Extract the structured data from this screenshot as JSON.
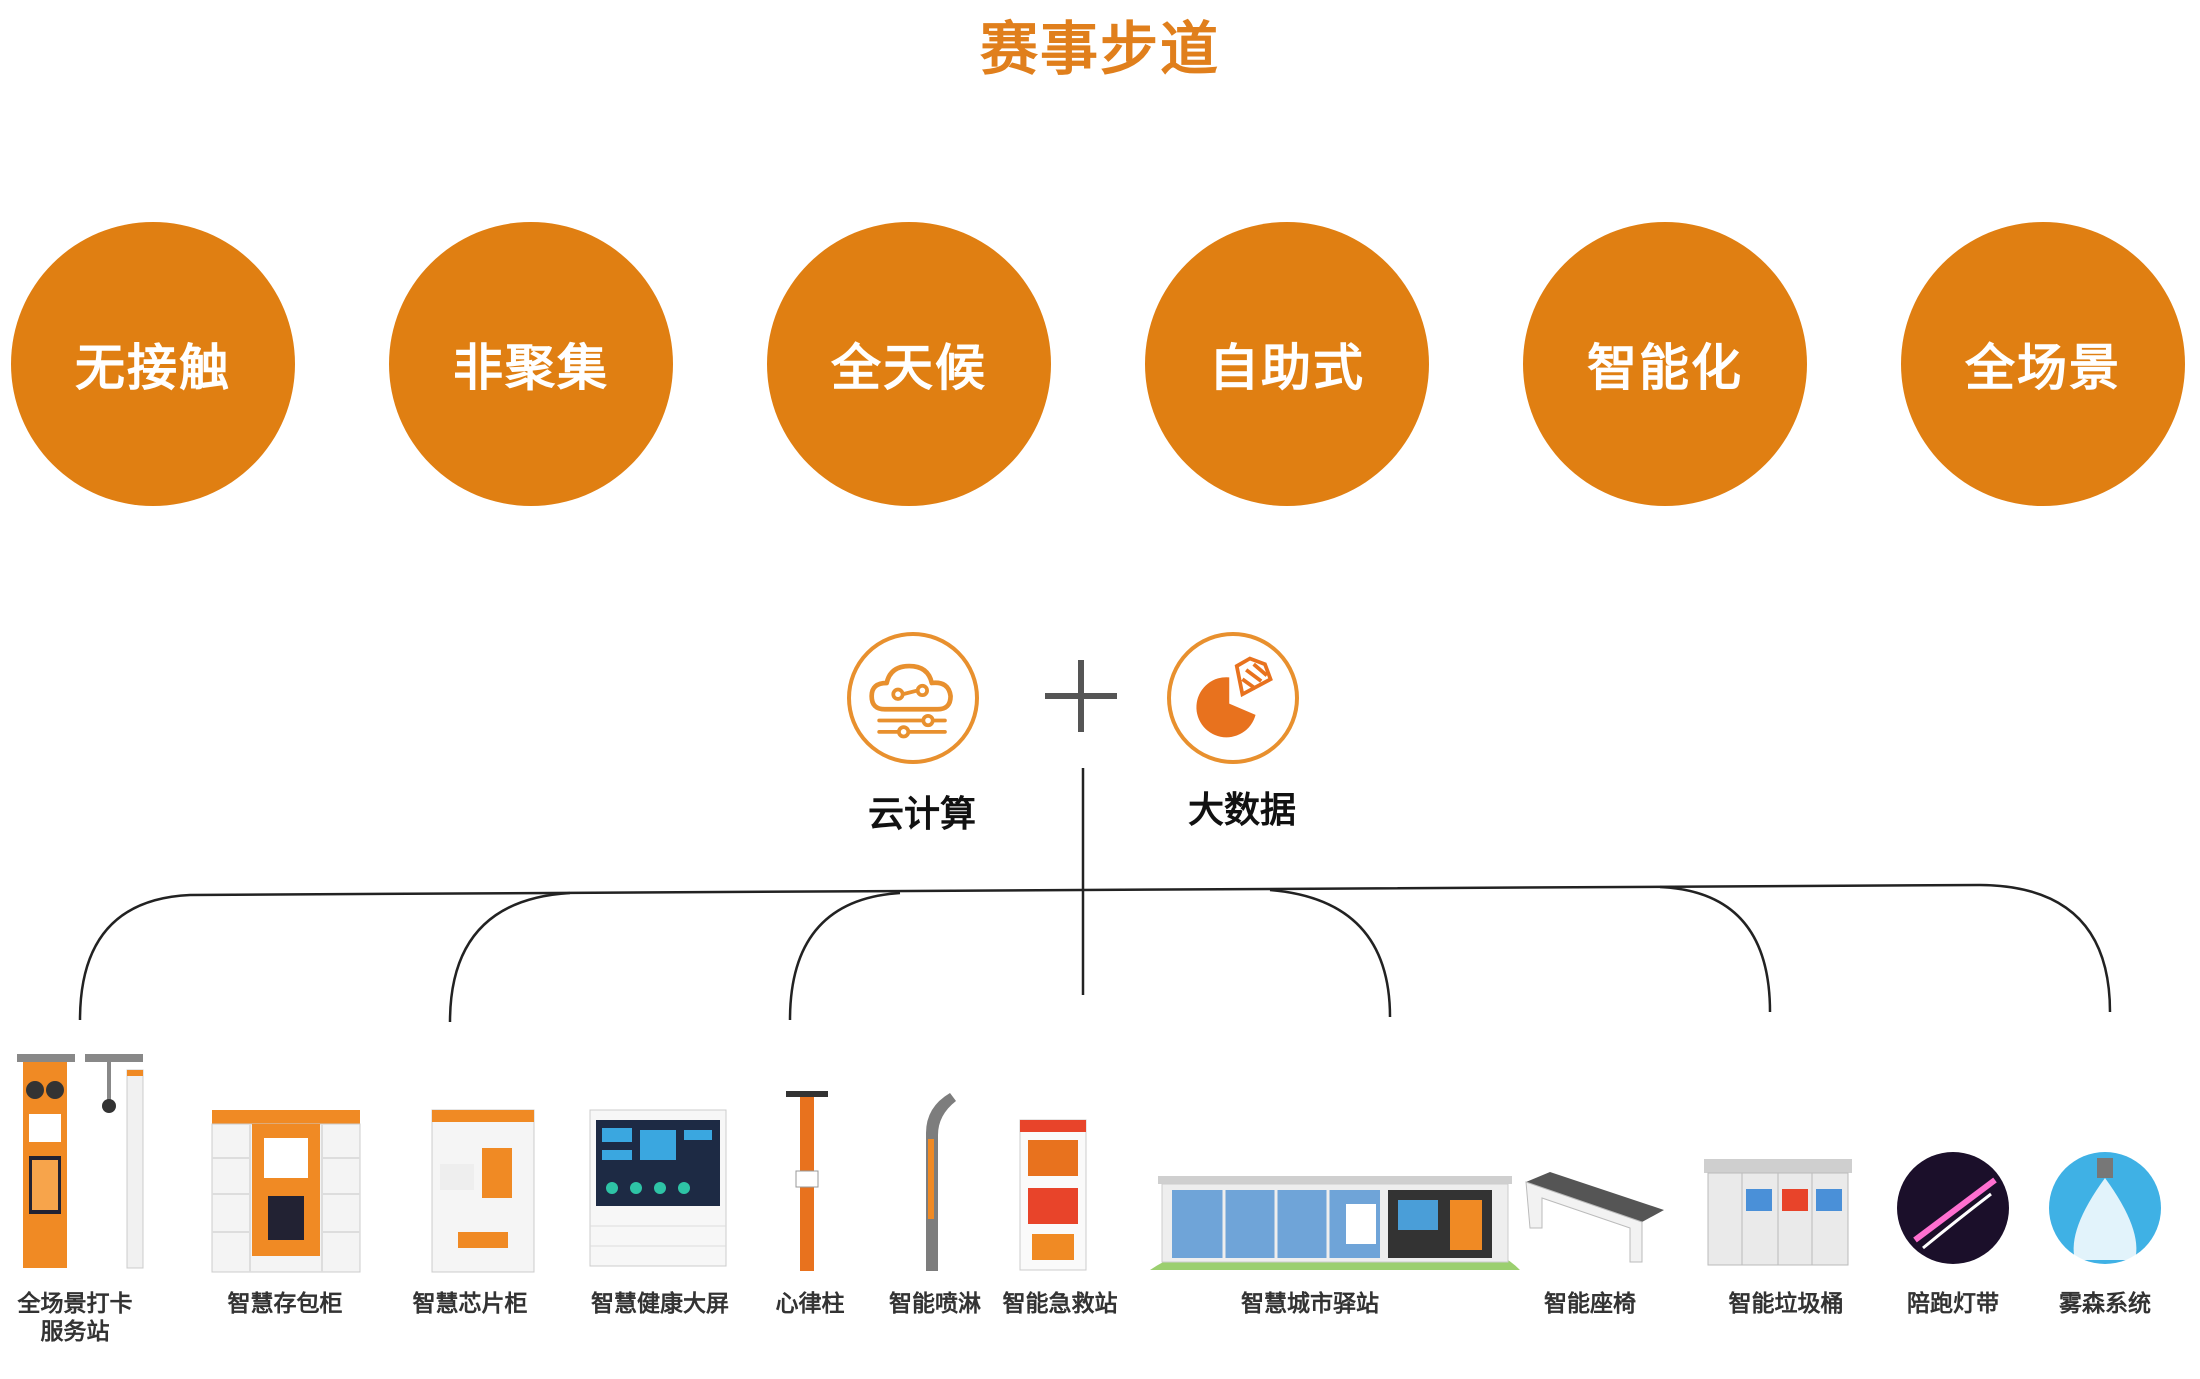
{
  "title": "赛事步道",
  "features": [
    "无接触",
    "非聚集",
    "全天候",
    "自助式",
    "智能化",
    "全场景"
  ],
  "tech": {
    "cloud": {
      "label": "云计算",
      "icon": "cloud-computing-icon"
    },
    "bigdata": {
      "label": "大数据",
      "icon": "pie-chart-icon"
    }
  },
  "devices": [
    {
      "label": "全场景打卡",
      "label2": "服务站",
      "icon": "checkin-station-icon"
    },
    {
      "label": "智慧存包柜",
      "icon": "locker-icon"
    },
    {
      "label": "智慧芯片柜",
      "icon": "chip-cabinet-icon"
    },
    {
      "label": "智慧健康大屏",
      "icon": "health-screen-icon"
    },
    {
      "label": "心律柱",
      "icon": "heart-rate-pillar-icon"
    },
    {
      "label": "智能喷淋",
      "icon": "sprinkler-icon"
    },
    {
      "label": "智能急救站",
      "icon": "first-aid-station-icon"
    },
    {
      "label": "智慧城市驿站",
      "icon": "city-station-icon"
    },
    {
      "label": "智能座椅",
      "icon": "smart-bench-icon"
    },
    {
      "label": "智能垃圾桶",
      "icon": "trash-bin-icon"
    },
    {
      "label": "陪跑灯带",
      "icon": "light-strip-icon"
    },
    {
      "label": "雾森系统",
      "icon": "mist-system-icon"
    }
  ],
  "colors": {
    "accent": "#e07f12",
    "title": "#e07f1c"
  }
}
